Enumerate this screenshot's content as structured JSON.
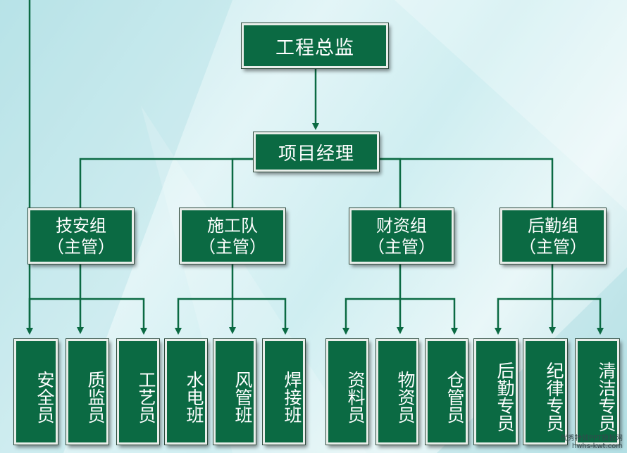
{
  "chart": {
    "top": "工程总监",
    "manager": "项目经理",
    "groups": [
      {
        "name": "技安组",
        "role": "（主管）",
        "members": [
          "安全员",
          "质监员",
          "工艺员"
        ]
      },
      {
        "name": "施工队",
        "role": "（主管）",
        "members": [
          "水电班",
          "风管班",
          "焊接班"
        ]
      },
      {
        "name": "财资组",
        "role": "（主管）",
        "members": [
          "资料员",
          "物资员",
          "仓管员"
        ]
      },
      {
        "name": "后勤组",
        "role": "（主管）",
        "members": [
          "后勤专员",
          "纪律专员",
          "清洁专员"
        ]
      }
    ]
  },
  "watermark": {
    "line1": "优秀特效PPT模板网",
    "line2": "hwhs-kwt.com"
  },
  "colors": {
    "box_fill": "#0b6a43",
    "box_border": "#e9eeea",
    "line": "#0b6a43"
  }
}
